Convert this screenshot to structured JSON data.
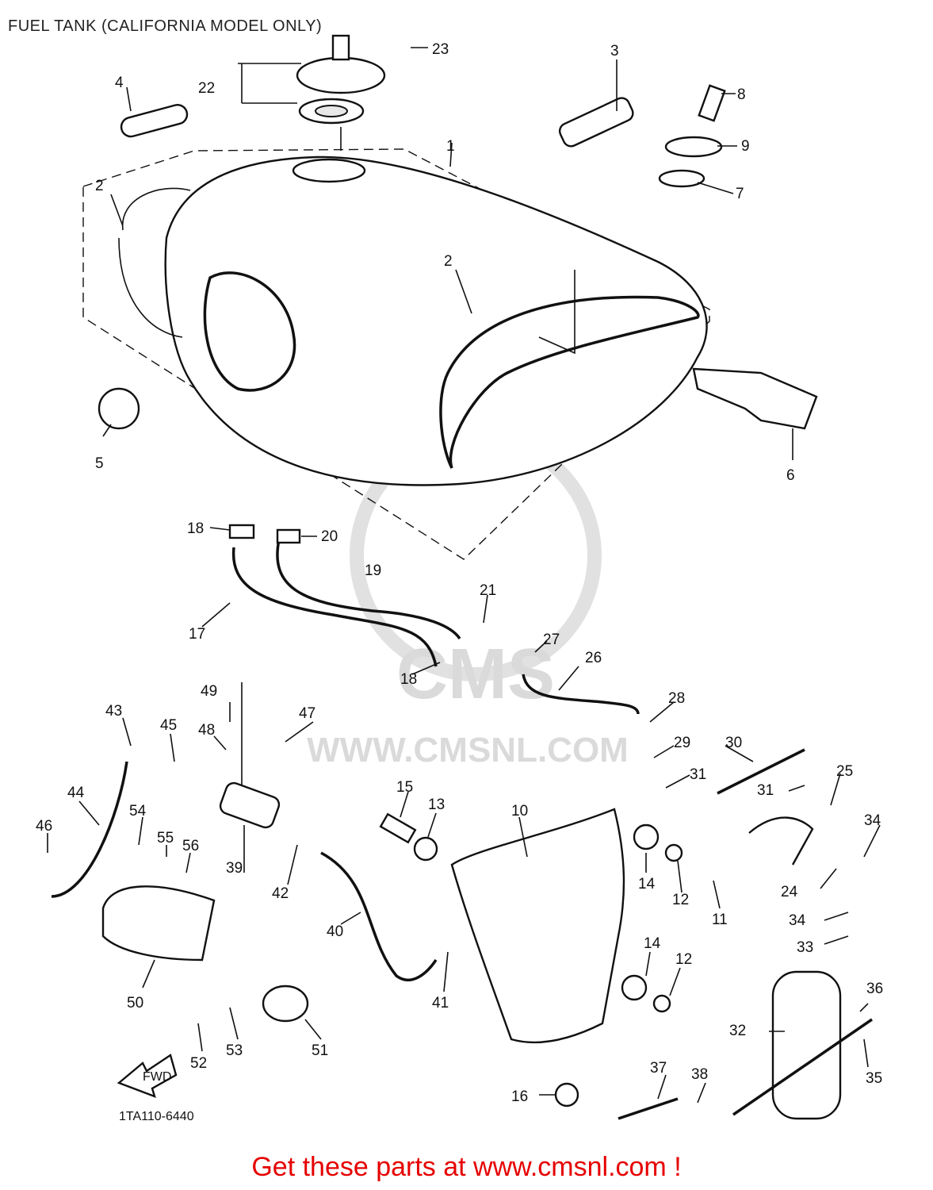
{
  "title": "FUEL TANK (CALIFORNIA MODEL ONLY)",
  "watermark": {
    "url": "WWW.CMSNL.COM",
    "logo": "CMS"
  },
  "drawing_code": "1TA110-6440",
  "fwd_label": "FWD",
  "promo": "Get these parts at www.cmsnl.com !",
  "callouts": [
    "1",
    "2",
    "2",
    "3",
    "4",
    "5",
    "6",
    "7",
    "8",
    "9",
    "10",
    "11",
    "12",
    "12",
    "13",
    "14",
    "14",
    "15",
    "16",
    "17",
    "18",
    "18",
    "19",
    "20",
    "21",
    "22",
    "23",
    "24",
    "25",
    "26",
    "27",
    "28",
    "29",
    "30",
    "31",
    "31",
    "32",
    "33",
    "34",
    "34",
    "35",
    "36",
    "37",
    "38",
    "39",
    "40",
    "41",
    "42",
    "43",
    "44",
    "45",
    "46",
    "47",
    "48",
    "49",
    "50",
    "51",
    "52",
    "53",
    "54",
    "55",
    "56"
  ],
  "colors": {
    "promo": "#e60000",
    "line": "#111111",
    "watermark": "#d6d6d6"
  }
}
